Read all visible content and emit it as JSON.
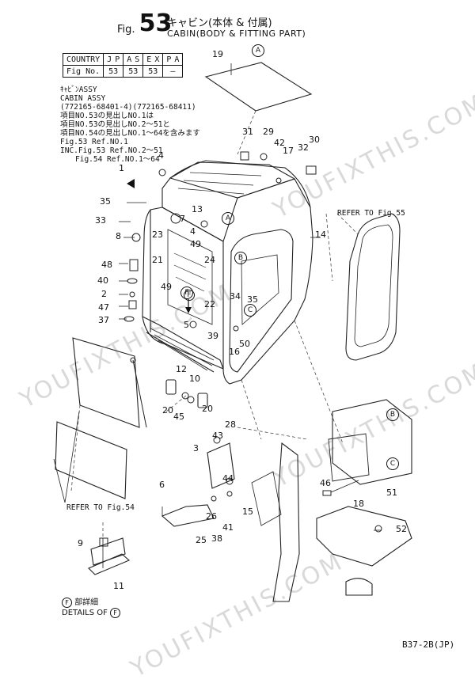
{
  "header": {
    "fig_prefix": "Fig.",
    "fig_number": "53",
    "title_ja": "キャビン(本体 & 付属)",
    "title_en": "CABIN(BODY & FITTING PART)"
  },
  "country_table": {
    "row1": [
      "COUNTRY",
      "J",
      "P",
      "A",
      "S",
      "E",
      "X",
      "P",
      "A"
    ],
    "row2": [
      "Fig No.",
      "53",
      "53",
      "53",
      "—"
    ]
  },
  "notes": [
    "ｷｬﾋﾞﾝASSY",
    "CABIN ASSY",
    "(772165-68401-4)(772165-68411)",
    "項目NO.53の見出しNO.1は",
    "項目NO.53の見出しNO.2〜51と",
    "項目NO.54の見出しNO.1〜64を含みます",
    "Fig.53 Ref.NO.1",
    "INC.Fig.53 Ref.NO.2〜51",
    "Fig.54 Ref.NO.1〜64"
  ],
  "refer_labels": {
    "fig55": "REFER TO Fig.55",
    "fig54": "REFER TO Fig.54"
  },
  "circle_labels": [
    "A",
    "A",
    "B",
    "B",
    "C",
    "C",
    "F"
  ],
  "part_numbers": [
    "19",
    "31",
    "29",
    "42",
    "17",
    "32",
    "30",
    "4",
    "1",
    "35",
    "13",
    "7",
    "33",
    "4",
    "14",
    "8",
    "23",
    "49",
    "48",
    "21",
    "24",
    "40",
    "49",
    "34",
    "35",
    "2",
    "F",
    "22",
    "47",
    "5",
    "37",
    "39",
    "50",
    "16",
    "12",
    "10",
    "20",
    "45",
    "20",
    "43",
    "28",
    "3",
    "44",
    "15",
    "6",
    "26",
    "41",
    "38",
    "25",
    "9",
    "11",
    "46",
    "18",
    "51",
    "52"
  ],
  "footer": {
    "details_ja": "部詳細",
    "details_en": "DETAILS OF",
    "details_circle": "F",
    "page_code": "B37-2B(JP)"
  },
  "watermark": "YOUFIXTHIS.COM"
}
